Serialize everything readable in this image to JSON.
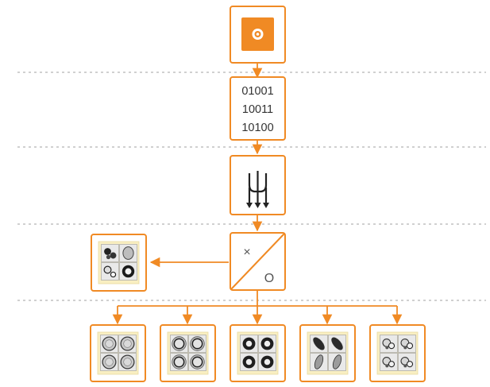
{
  "colors": {
    "accent": "#f08a24",
    "accent_light": "#f6b96e",
    "box_fill": "#ffffff",
    "thumb_bg": "#f9efc2",
    "separator": "#b4b4b4",
    "cell_light": "#d2d2d2",
    "cell_dark": "#2a2a2a"
  },
  "steps": {
    "input_icon": "camera-icon",
    "binary_lines": [
      "01001",
      "10011",
      "10100"
    ],
    "split_icon": "trident-split-icon",
    "classifier": {
      "mark_x": "×",
      "mark_o": "O"
    }
  },
  "outputs": {
    "rejected": "mixed-particles-thumbnail",
    "classes": [
      "light-rings-class",
      "halo-rings-class",
      "dark-rings-class",
      "elongated-particles-class",
      "clustered-particles-class"
    ]
  }
}
